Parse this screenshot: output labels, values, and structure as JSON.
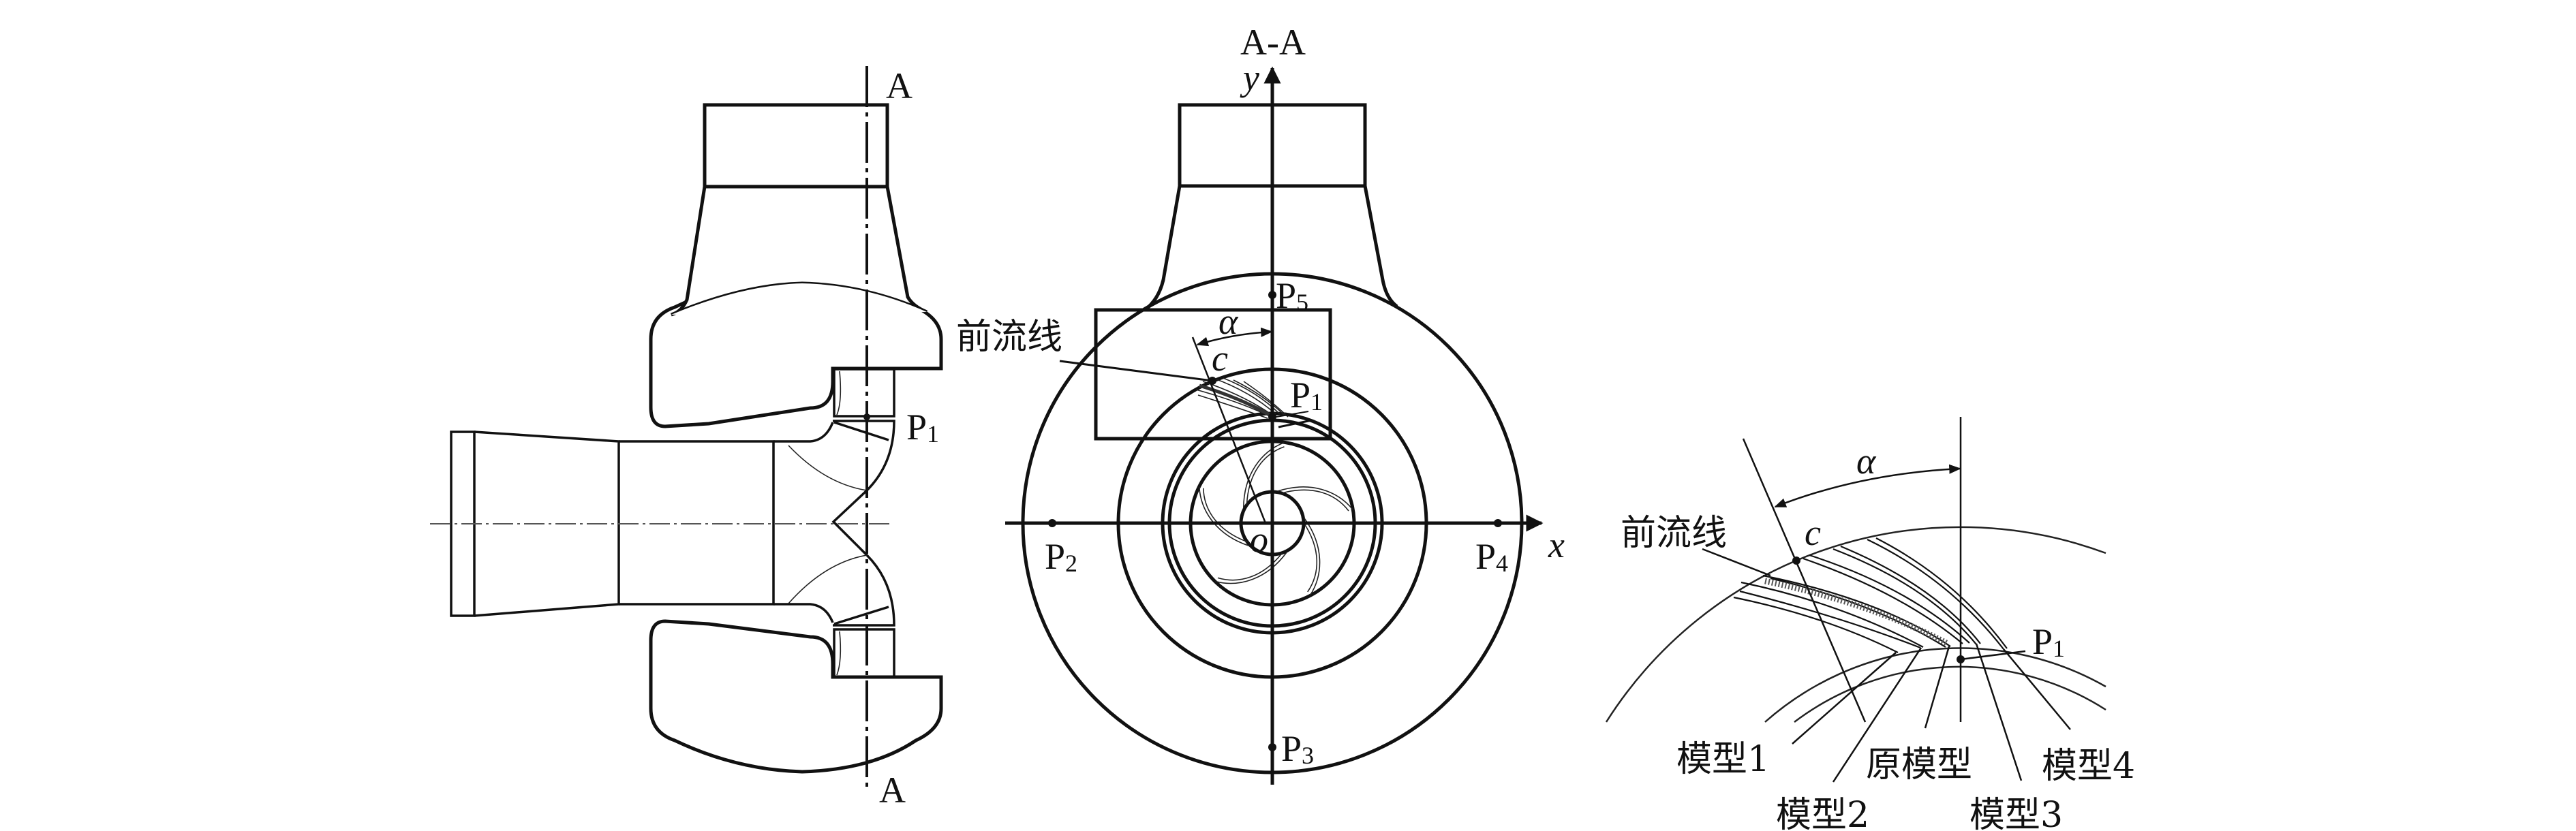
{
  "left_view": {
    "section_mark_top": "A",
    "section_mark_bottom": "A",
    "p1": {
      "main": "P",
      "sub": "1"
    }
  },
  "section_view": {
    "title": "A-A",
    "axis_x": "x",
    "axis_y": "y",
    "origin": "o",
    "point_c": "c",
    "angle": "α",
    "front_streamline": "前流线",
    "p1": {
      "main": "P",
      "sub": "1"
    },
    "p2": {
      "main": "P",
      "sub": "2"
    },
    "p3": {
      "main": "P",
      "sub": "3"
    },
    "p4": {
      "main": "P",
      "sub": "4"
    },
    "p5": {
      "main": "P",
      "sub": "5"
    }
  },
  "detail_view": {
    "angle": "α",
    "point_c": "c",
    "front_streamline": "前流线",
    "p1": {
      "main": "P",
      "sub": "1"
    },
    "models": {
      "model1": "模型1",
      "model2": "模型2",
      "original": "原模型",
      "model3": "模型3",
      "model4": "模型4"
    }
  }
}
